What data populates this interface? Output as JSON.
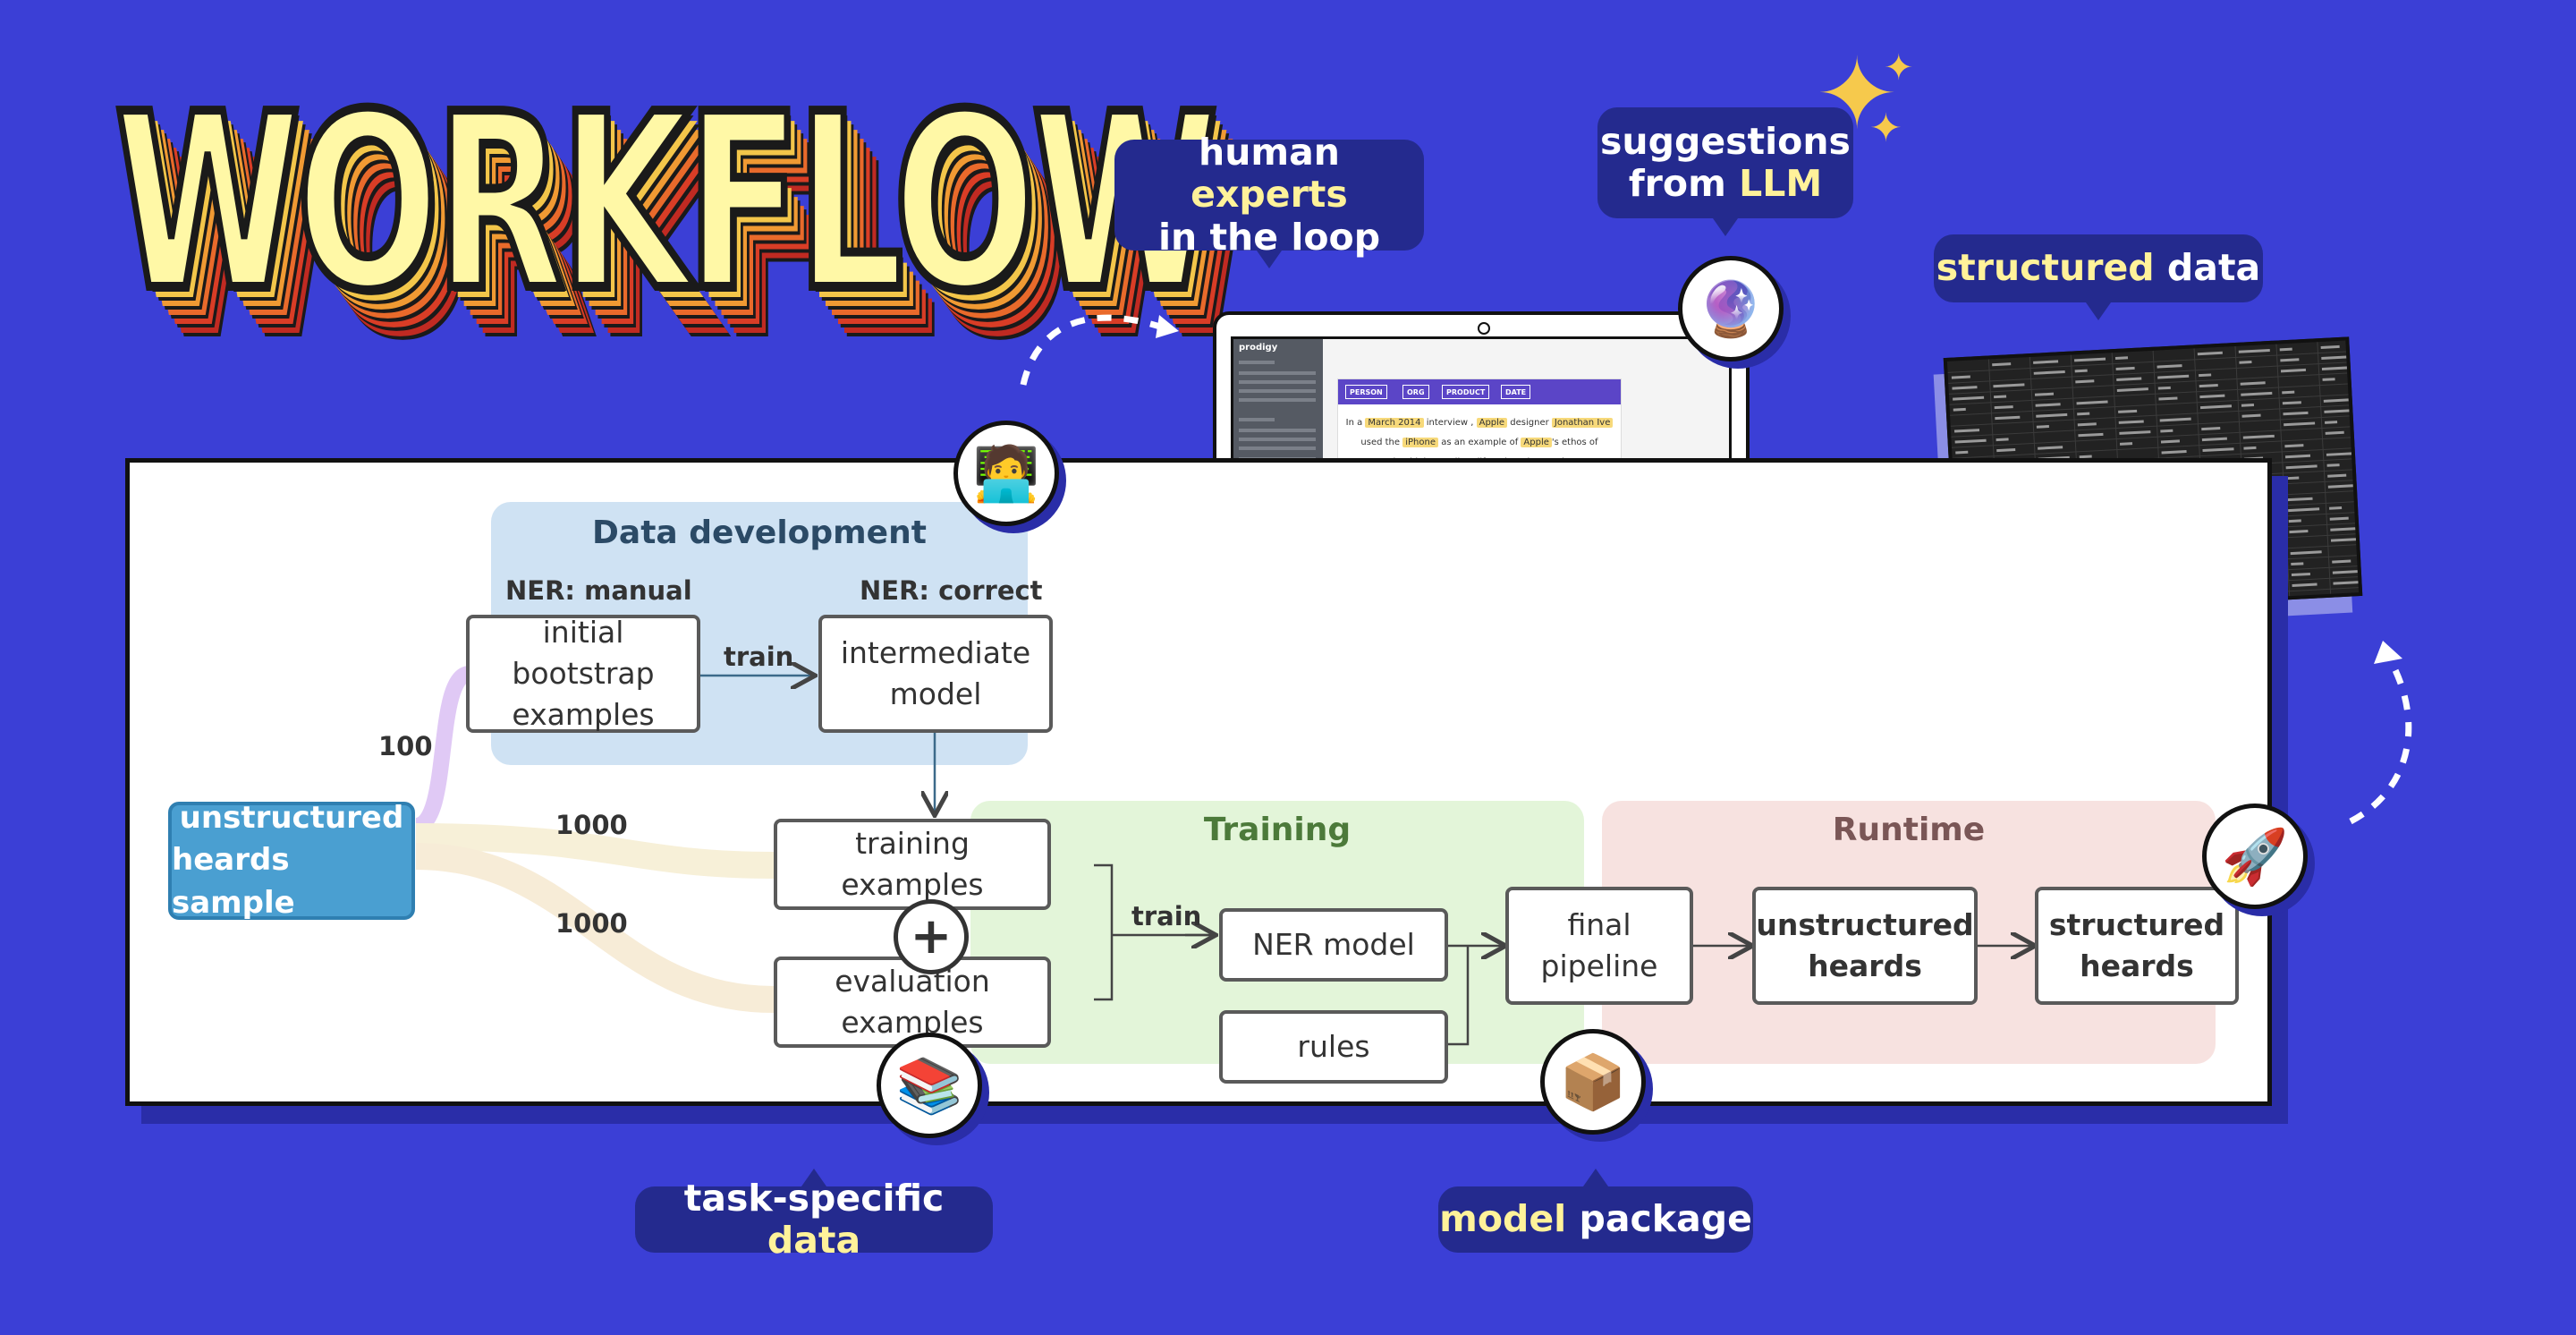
{
  "title": "WORKFLOW",
  "bubbles": {
    "human_experts": {
      "pre": "human ",
      "highlight": "experts",
      "line2": "in the loop"
    },
    "suggestions": {
      "line1": "suggestions",
      "pre2": "from ",
      "highlight": "LLM"
    },
    "structured_data": {
      "highlight": "structured",
      "post": " data"
    },
    "task_specific": {
      "pre": "task-specific ",
      "highlight": "data"
    },
    "model_package": {
      "highlight": "model",
      "post": " package"
    }
  },
  "regions": {
    "data_development": "Data development",
    "training": "Training",
    "runtime": "Runtime"
  },
  "colors": {
    "background": "#3b3fd6",
    "data_development": "#cfe2f3",
    "training": "#e3f5d9",
    "runtime": "#f7e2e0",
    "source": "#4a9fd1",
    "bubble": "#242a8e",
    "highlight": "#fff29a"
  },
  "labels": {
    "ner_manual": "NER: manual",
    "ner_correct": "NER: correct",
    "train_1": "train",
    "train_2": "train",
    "count_100": "100",
    "count_1000_a": "1000",
    "count_1000_b": "1000"
  },
  "source": {
    "line1": "unstructured",
    "line2": "heards sample"
  },
  "nodes": {
    "initial_bootstrap": {
      "line1": "initial bootstrap",
      "line2": "examples"
    },
    "intermediate_model": {
      "line1": "intermediate",
      "line2": "model"
    },
    "training_examples": "training examples",
    "evaluation_examples": "evaluation examples",
    "ner_model": "NER model",
    "rules": "rules",
    "final_pipeline": {
      "line1": "final",
      "line2": "pipeline"
    },
    "unstructured_heards": {
      "line1": "unstructured",
      "line2": "heards"
    },
    "structured_heards": {
      "line1": "structured",
      "line2": "heards"
    }
  },
  "plus_symbol": "+",
  "icons": {
    "expert": "technologist-icon",
    "llm": "crystal-ball-icon",
    "data": "books-icon",
    "package": "package-icon",
    "runtime": "rocket-icon"
  },
  "laptop": {
    "app_name": "prodigy",
    "labels": [
      "PERSON",
      "ORG",
      "PRODUCT",
      "DATE"
    ],
    "text": {
      "w1": "In a",
      "e1": "March 2014",
      "w2": "interview ,",
      "e2": "Apple",
      "w3": "designer",
      "e3": "Jonathan Ive",
      "w4": "used the",
      "e4": "iPhone",
      "w5": "as an example of",
      "e5": "Apple",
      "w6": "'s ethos of creating high - quality , life - changing products ."
    }
  }
}
